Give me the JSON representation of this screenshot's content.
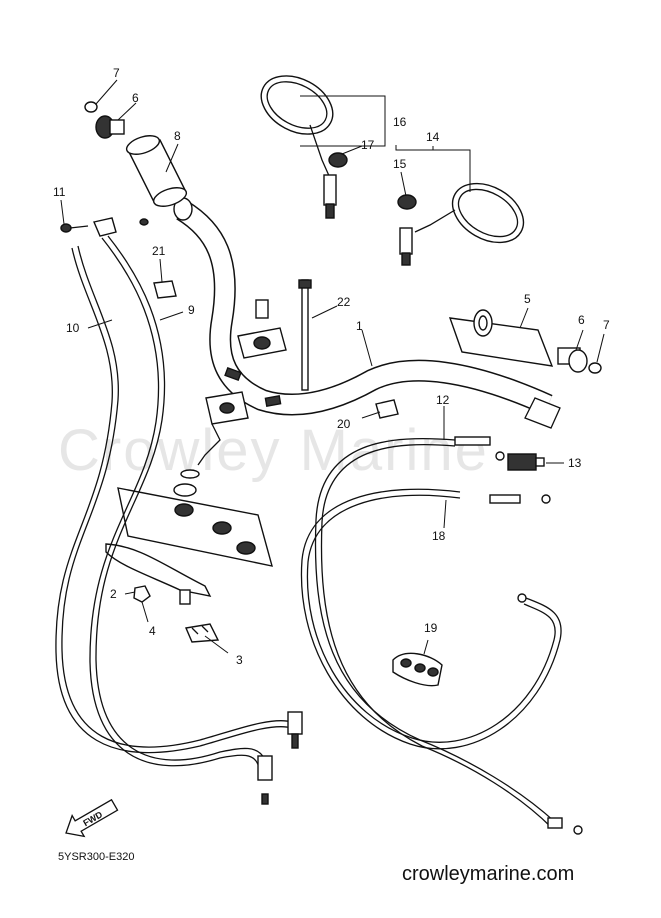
{
  "diagram": {
    "watermark": "Crowley Marine",
    "footer_url": "crowleymarine.com",
    "drawing_code": "5YSR300-E320",
    "fwd_label": "FWD",
    "callouts": [
      {
        "id": "c1",
        "text": "1"
      },
      {
        "id": "c2",
        "text": "2"
      },
      {
        "id": "c3",
        "text": "3"
      },
      {
        "id": "c4",
        "text": "4"
      },
      {
        "id": "c5",
        "text": "5"
      },
      {
        "id": "c6a",
        "text": "6"
      },
      {
        "id": "c6b",
        "text": "6"
      },
      {
        "id": "c7a",
        "text": "7"
      },
      {
        "id": "c7b",
        "text": "7"
      },
      {
        "id": "c8",
        "text": "8"
      },
      {
        "id": "c9",
        "text": "9"
      },
      {
        "id": "c10",
        "text": "10"
      },
      {
        "id": "c11",
        "text": "11"
      },
      {
        "id": "c12",
        "text": "12"
      },
      {
        "id": "c13",
        "text": "13"
      },
      {
        "id": "c14",
        "text": "14"
      },
      {
        "id": "c15",
        "text": "15"
      },
      {
        "id": "c16",
        "text": "16"
      },
      {
        "id": "c17",
        "text": "17"
      },
      {
        "id": "c18",
        "text": "18"
      },
      {
        "id": "c19",
        "text": "19"
      },
      {
        "id": "c20",
        "text": "20"
      },
      {
        "id": "c21",
        "text": "21"
      },
      {
        "id": "c22",
        "text": "22"
      }
    ]
  }
}
